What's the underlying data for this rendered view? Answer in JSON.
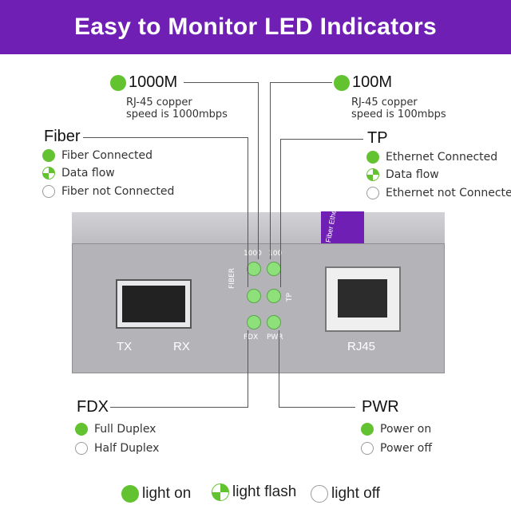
{
  "banner": {
    "title": "Easy to Monitor LED Indicators"
  },
  "speed_1000": {
    "title": "1000M",
    "desc": "RJ-45 copper\nspeed is 1000mbps"
  },
  "speed_100": {
    "title": "100M",
    "desc": "RJ-45 copper\nspeed is 100mbps"
  },
  "fiber": {
    "title": "Fiber",
    "items": [
      {
        "state": "on",
        "label": "Fiber Connected"
      },
      {
        "state": "flash",
        "label": "Data flow"
      },
      {
        "state": "off",
        "label": "Fiber not Connected"
      }
    ]
  },
  "tp": {
    "title": "TP",
    "items": [
      {
        "state": "on",
        "label": "Ethernet Connected"
      },
      {
        "state": "flash",
        "label": "Data flow"
      },
      {
        "state": "off",
        "label": "Ethernet not Connected"
      }
    ]
  },
  "fdx": {
    "title": "FDX",
    "items": [
      {
        "state": "on",
        "label": "Full Duplex"
      },
      {
        "state": "off",
        "label": "Half Duplex"
      }
    ]
  },
  "pwr": {
    "title": "PWR",
    "items": [
      {
        "state": "on",
        "label": "Power on"
      },
      {
        "state": "off",
        "label": "Power off"
      }
    ]
  },
  "device": {
    "port_tx": "TX",
    "port_rx": "RX",
    "port_rj45": "RJ45",
    "led_1000": "1000",
    "led_100": "100",
    "led_fiber": "FIBER",
    "led_tp": "TP",
    "led_fdx": "FDX",
    "led_pwr": "PWR",
    "label_stamp": "Fiber Ethernet"
  },
  "legend": [
    {
      "state": "on",
      "label": "light on"
    },
    {
      "state": "flash",
      "label": "light flash"
    },
    {
      "state": "off",
      "label": "light off"
    }
  ],
  "colors": {
    "accent": "#6f1fb4",
    "led_green": "#62c22f",
    "device_gray": "#b4b4b8"
  }
}
